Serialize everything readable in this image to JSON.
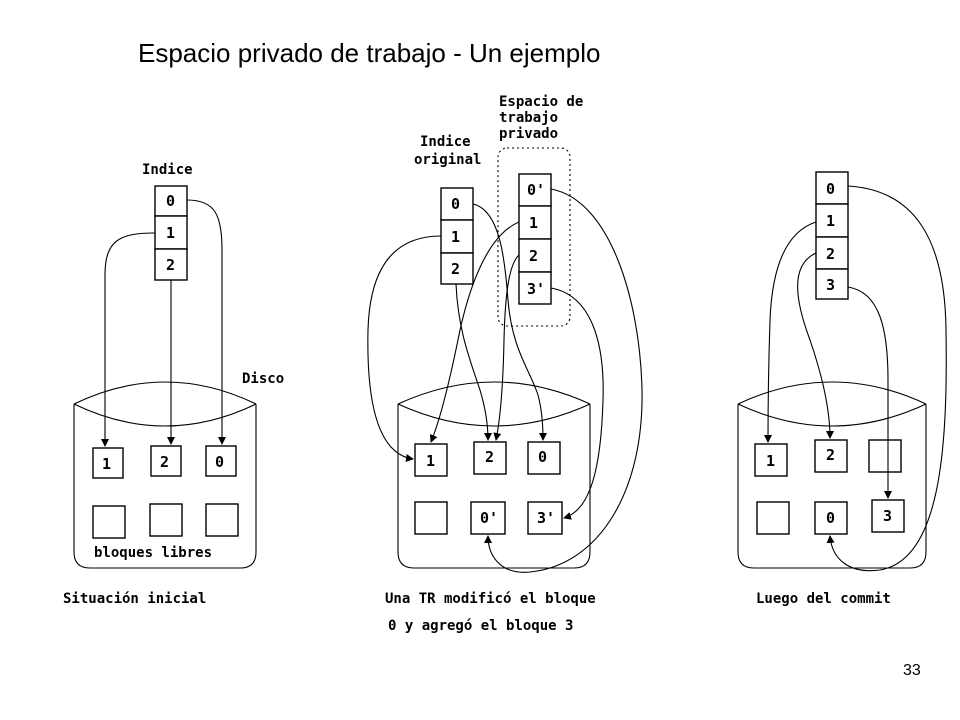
{
  "title": "Espacio privado de trabajo - Un ejemplo",
  "page_number": "33",
  "left": {
    "index_label": "Indice",
    "index_cells": [
      "0",
      "1",
      "2"
    ],
    "disk_label": "Disco",
    "blocks_row1": [
      "1",
      "2",
      "0"
    ],
    "free_label": "bloques libres",
    "caption": "Situación inicial"
  },
  "middle": {
    "private_label": [
      "Espacio de",
      "trabajo",
      "privado"
    ],
    "original_label": [
      "Indice",
      "original"
    ],
    "original_cells": [
      "0",
      "1",
      "2"
    ],
    "private_cells": [
      "0'",
      "1",
      "2",
      "3'"
    ],
    "blocks_row1": [
      "1",
      "2",
      "0"
    ],
    "blocks_row2": [
      "0'",
      "3'"
    ],
    "caption_lines": [
      "Una TR modificó el bloque",
      "0 y agregó el bloque 3"
    ]
  },
  "right": {
    "index_cells": [
      "0",
      "1",
      "2",
      "3"
    ],
    "blocks_row1": [
      "1",
      "2"
    ],
    "blocks_row2": [
      "0",
      "3"
    ],
    "caption": "Luego del commit"
  }
}
